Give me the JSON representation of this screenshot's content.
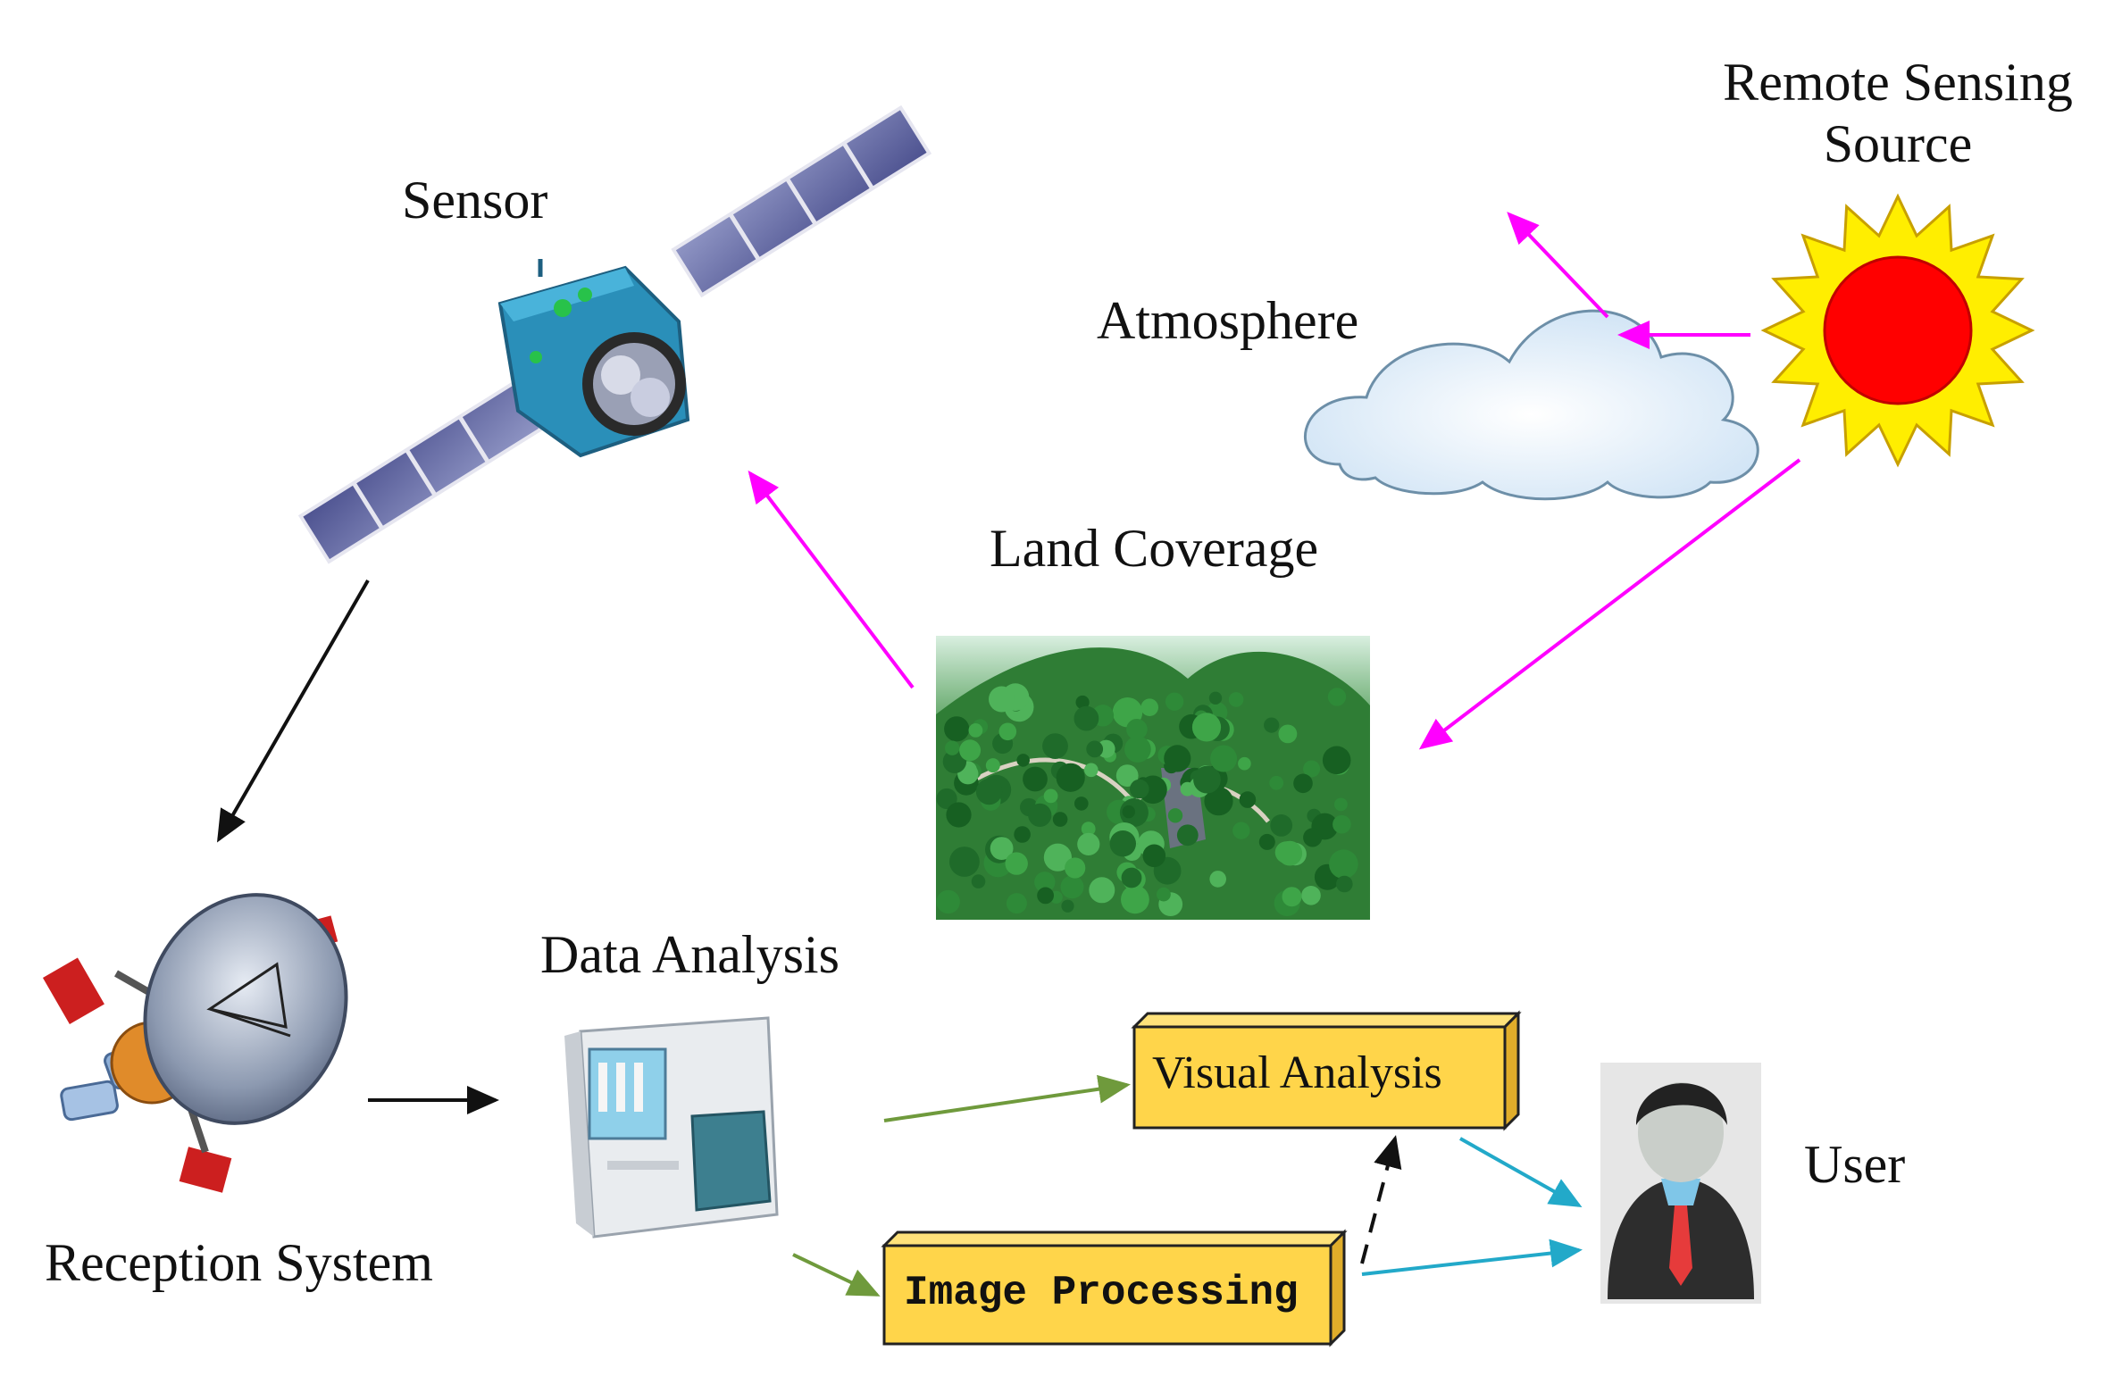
{
  "labels": {
    "sensor": "Sensor",
    "remote_source_line1": "Remote Sensing",
    "remote_source_line2": "Source",
    "atmosphere": "Atmosphere",
    "land_coverage": "Land Coverage",
    "data_analysis": "Data Analysis",
    "reception_system": "Reception System",
    "user": "User"
  },
  "boxes": {
    "visual_analysis": "Visual Analysis",
    "image_processing": "Image Processing"
  },
  "colors": {
    "radiation_arrow": "#ff00ff",
    "data_flow_arrow": "#111111",
    "analysis_arrow": "#6f9a3c",
    "output_arrow": "#22a9c9",
    "box_fill": "#ffd54a",
    "sun_core": "#ff0000",
    "sun_rays": "#ffee00"
  },
  "icons": {
    "sensor": "satellite-icon",
    "source": "sun-icon",
    "atmosphere": "cloud-icon",
    "land": "forest-terrain-icon",
    "reception": "dish-antenna-icon",
    "analysis": "analyzer-machine-icon",
    "user": "person-icon"
  }
}
